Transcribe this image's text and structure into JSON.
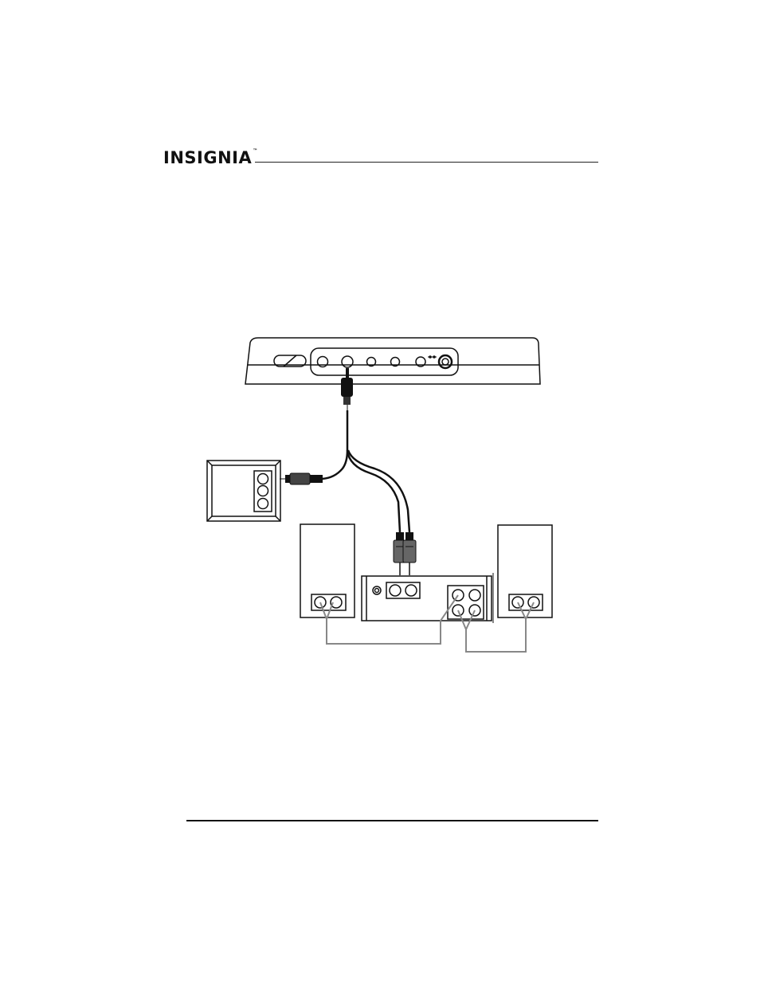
{
  "brand": {
    "name": "INSIGNIA",
    "trademark": "™"
  },
  "figure": {
    "devices": [
      "portable-player",
      "tv",
      "speaker-left",
      "amplifier",
      "speaker-right"
    ],
    "icons": [
      "headphone-jack-icon"
    ]
  }
}
